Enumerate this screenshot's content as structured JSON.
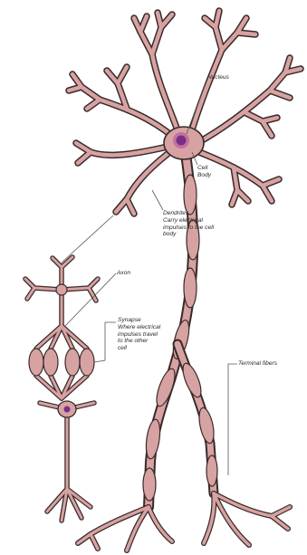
{
  "labels": {
    "nucleus": "Nucleus",
    "cell_body": [
      "Cell",
      "Body"
    ],
    "dendrites": [
      "Dendrites",
      "Carry electrical",
      "impulses to the cell",
      "body"
    ],
    "axon": "Axon",
    "synapse": [
      "Synapse",
      "Where electrical",
      "impulses travel",
      "to the other",
      "cell"
    ],
    "terminal_fibers": "Terminal fibers"
  },
  "colors": {
    "membrane_fill": "#d7a2a2",
    "outline": "#3a2a2a",
    "nucleus_fill": "#7a2f86",
    "nucleus_ring": "#b04a9f",
    "leader": "#555555"
  }
}
